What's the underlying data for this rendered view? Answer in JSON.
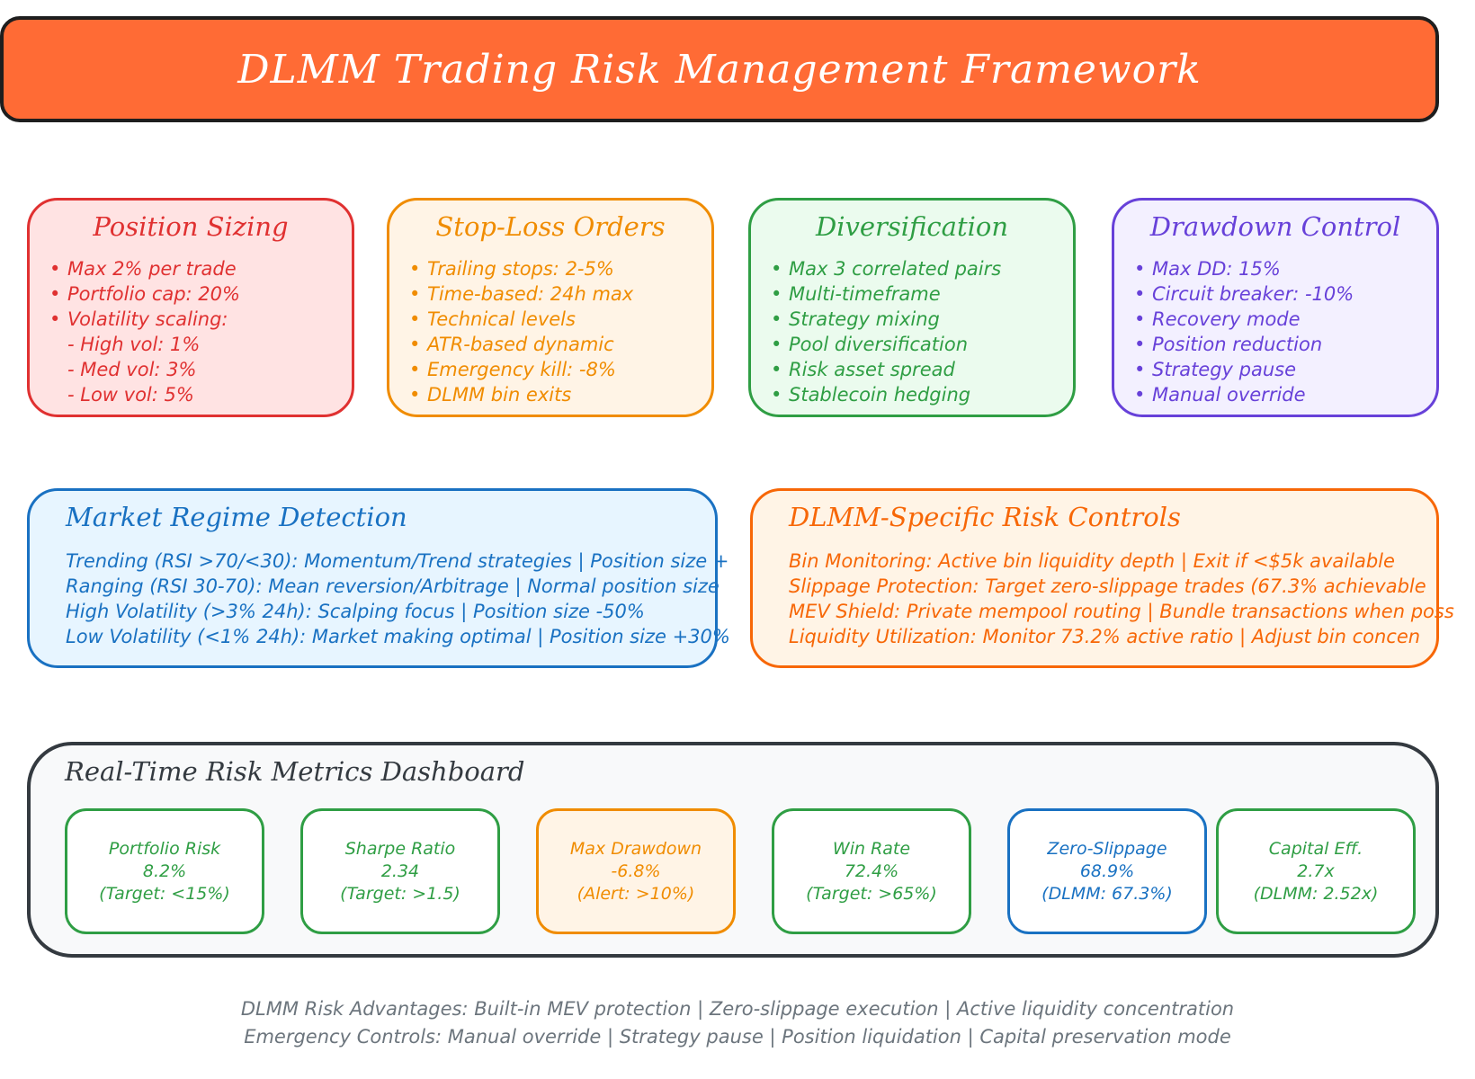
{
  "title": "DLMM Trading Risk Management Framework",
  "colors": {
    "banner": "#ff6b35",
    "red": "#e03131",
    "orange": "#f08c00",
    "green": "#2f9e44",
    "purple": "#6741d9",
    "blue": "#1971c2",
    "deep_orange": "#f76707",
    "dark": "#343a40",
    "gray": "#868e96"
  },
  "cards": {
    "position_sizing": {
      "title": "Position Sizing",
      "items": [
        "Max 2% per trade",
        "Portfolio cap: 20%",
        "Volatility scaling:"
      ],
      "subitems": [
        "- High vol: 1%",
        "- Med vol: 3%",
        "- Low vol: 5%"
      ]
    },
    "stop_loss": {
      "title": "Stop-Loss Orders",
      "items": [
        "Trailing stops: 2-5%",
        "Time-based: 24h max",
        "Technical levels",
        "ATR-based dynamic",
        "Emergency kill: -8%",
        "DLMM bin exits"
      ]
    },
    "diversification": {
      "title": "Diversification",
      "items": [
        "Max 3 correlated pairs",
        "Multi-timeframe",
        "Strategy mixing",
        "Pool diversification",
        "Risk asset spread",
        "Stablecoin hedging"
      ]
    },
    "drawdown": {
      "title": "Drawdown Control",
      "items": [
        "Max DD: 15%",
        "Circuit breaker: -10%",
        "Recovery mode",
        "Position reduction",
        "Strategy pause",
        "Manual override"
      ]
    }
  },
  "regime": {
    "title": "Market Regime Detection",
    "lines": [
      "Trending (RSI >70/<30): Momentum/Trend strategies | Position size +",
      "Ranging (RSI 30-70): Mean reversion/Arbitrage | Normal position size",
      "High Volatility (>3% 24h): Scalping focus | Position size -50%",
      "Low Volatility (<1% 24h): Market making optimal | Position size +30%"
    ]
  },
  "dlmm_controls": {
    "title": "DLMM-Specific Risk Controls",
    "lines": [
      "Bin Monitoring: Active bin liquidity depth | Exit if <$5k available",
      "Slippage Protection: Target zero-slippage trades (67.3% achievable",
      "MEV Shield: Private mempool routing | Bundle transactions when poss",
      "Liquidity Utilization: Monitor 73.2% active ratio | Adjust bin concen"
    ]
  },
  "dashboard": {
    "title": "Real-Time Risk Metrics Dashboard",
    "metrics": [
      {
        "label": "Portfolio Risk",
        "value": "8.2%",
        "note": "(Target: <15%)"
      },
      {
        "label": "Sharpe Ratio",
        "value": "2.34",
        "note": "(Target: >1.5)"
      },
      {
        "label": "Max Drawdown",
        "value": "-6.8%",
        "note": "(Alert: >10%)"
      },
      {
        "label": "Win Rate",
        "value": "72.4%",
        "note": "(Target: >65%)"
      },
      {
        "label": "Zero-Slippage",
        "value": "68.9%",
        "note": "(DLMM: 67.3%)"
      },
      {
        "label": "Capital Eff.",
        "value": "2.7x",
        "note": "(DLMM: 2.52x)"
      }
    ]
  },
  "footer": {
    "advantages": "DLMM Risk Advantages: Built-in MEV protection | Zero-slippage execution | Active liquidity concentration",
    "emergency": "Emergency Controls: Manual override | Strategy pause | Position liquidation | Capital preservation mode"
  }
}
